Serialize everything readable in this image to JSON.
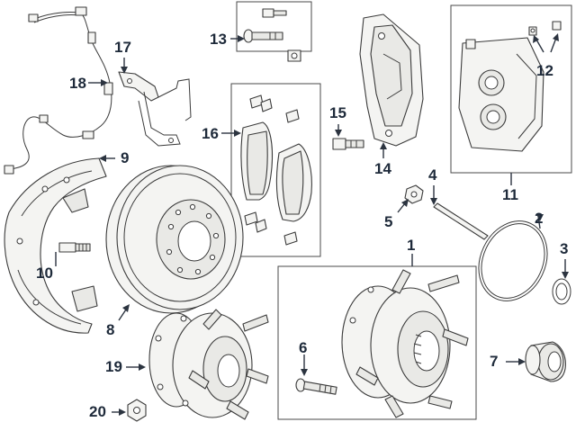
{
  "callouts": {
    "c1": "1",
    "c2": "2",
    "c3": "3",
    "c4": "4",
    "c5": "5",
    "c6": "6",
    "c7": "7",
    "c8": "8",
    "c9": "9",
    "c10": "10",
    "c11": "11",
    "c12": "12",
    "c13": "13",
    "c14": "14",
    "c15": "15",
    "c16": "16",
    "c17": "17",
    "c18": "18",
    "c19": "19",
    "c20": "20"
  },
  "colors": {
    "line": "#3b3b3b",
    "callout_text": "#1e2a3a",
    "fill": "#f4f4f2"
  }
}
